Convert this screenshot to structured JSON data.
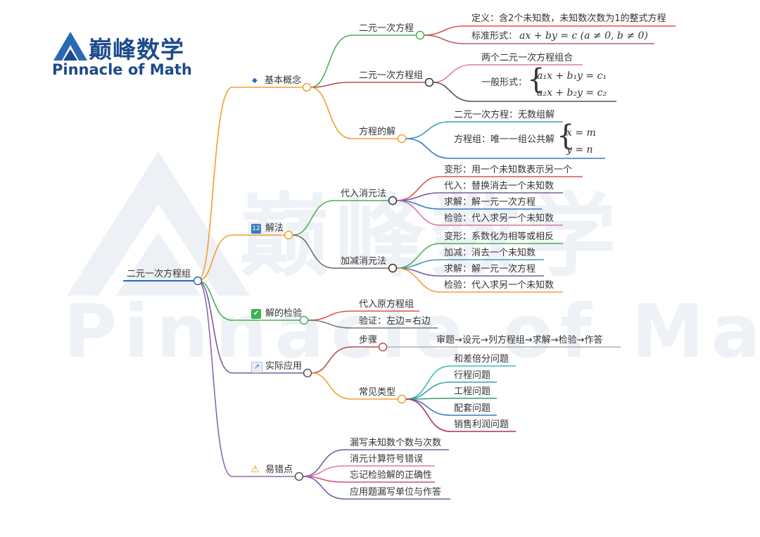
{
  "brand": {
    "name": "巅峰数学",
    "english": "Pinnacle of Math"
  },
  "watermark": {
    "name": "巅峰数学",
    "english": "Pinnacle of Math"
  },
  "colors": {
    "brand": "#1d4a8c",
    "watermark": "#c8d6e8"
  },
  "root": "二元一次方程组",
  "branches": [
    {
      "label": "基本概念",
      "icon": "diamond-icon",
      "children": [
        {
          "label": "二元一次方程",
          "leaves": [
            "定义：含2个未知数，未知数次数为1的整式方程",
            "标准形式："
          ],
          "formula": "ax + by = c (a ≠ 0, b ≠ 0)"
        },
        {
          "label": "二元一次方程组",
          "leaves": [
            "两个二元一次方程组合",
            "一般形式："
          ],
          "system": [
            "a₁x + b₁y = c₁",
            "a₂x + b₂y = c₂"
          ]
        },
        {
          "label": "方程的解",
          "leaves": [
            "二元一次方程：无数组解",
            "方程组：唯一一组公共解"
          ],
          "system": [
            "x = m",
            "y = n"
          ]
        }
      ]
    },
    {
      "label": "解法",
      "icon": "numbers-icon",
      "children": [
        {
          "label": "代入消元法",
          "leaves": [
            "变形：用一个未知数表示另一个",
            "代入：替换消去一个未知数",
            "求解：解一元一次方程",
            "检验：代入求另一个未知数"
          ]
        },
        {
          "label": "加减消元法",
          "leaves": [
            "变形：系数化为相等或相反",
            "加减：消去一个未知数",
            "求解：解一元一次方程",
            "检验：代入求另一个未知数"
          ]
        }
      ]
    },
    {
      "label": "解的检验",
      "icon": "check-icon",
      "leaves": [
        "代入原方程组",
        "验证：左边=右边"
      ]
    },
    {
      "label": "实际应用",
      "icon": "chart-up-icon",
      "children": [
        {
          "label": "步骤",
          "leaves": [
            "审题→设元→列方程组→求解→检验→作答"
          ]
        },
        {
          "label": "常见类型",
          "leaves": [
            "和差倍分问题",
            "行程问题",
            "工程问题",
            "配套问题",
            "销售利润问题"
          ]
        }
      ]
    },
    {
      "label": "易错点",
      "icon": "warning-icon",
      "leaves": [
        "漏写未知数个数与次数",
        "消元计算符号错误",
        "忘记检验解的正确性",
        "应用题漏写单位与作答"
      ]
    }
  ]
}
